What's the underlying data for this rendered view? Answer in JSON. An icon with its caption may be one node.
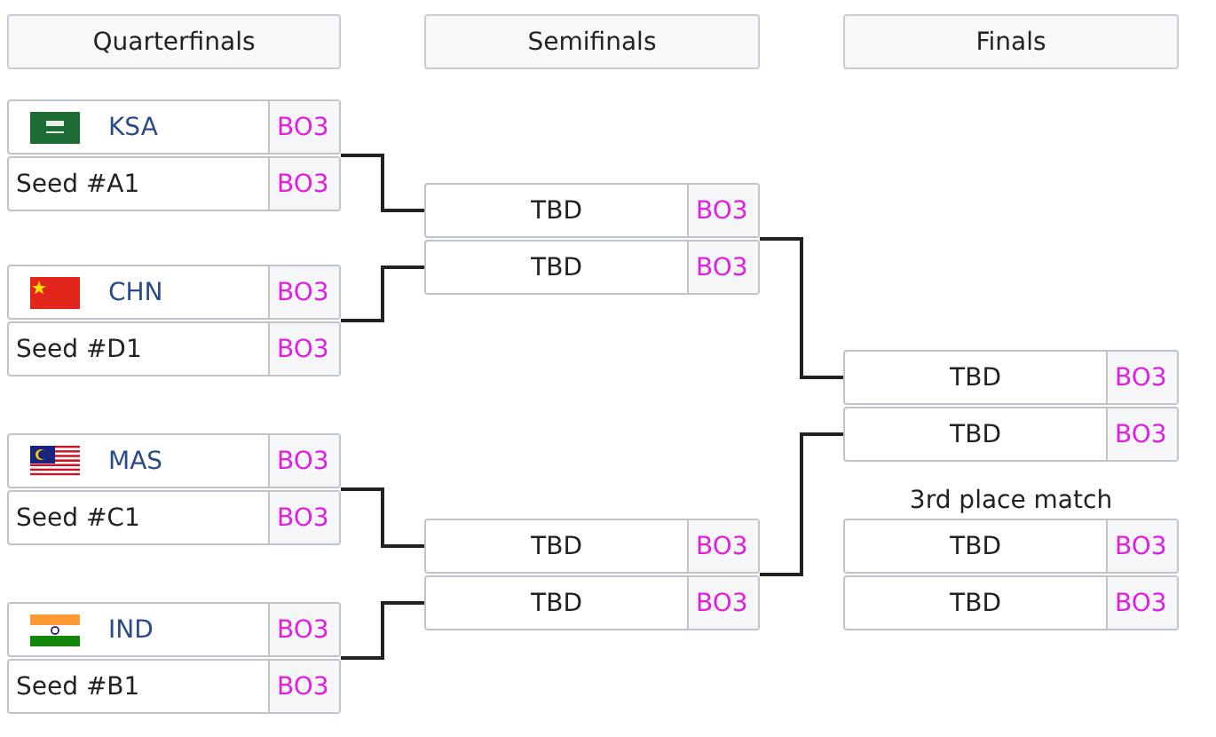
{
  "diagram": {
    "nodes": [
      {
        "text": [
          "Quarterfinals"
        ]
      },
      {
        "text": [
          "Semifinals"
        ]
      },
      {
        "text": [
          "Finals"
        ]
      },
      {
        "text": [],
        "shape": "box"
      },
      {
        "text": [
          "KSA",
          "BO3"
        ],
        "in": 3
      },
      {
        "text": [
          "Seed #A1",
          "BO3"
        ],
        "in": 3
      },
      {
        "text": [],
        "shape": "box"
      },
      {
        "text": [
          "CHN",
          "BO3"
        ],
        "in": 6
      },
      {
        "text": [
          "Seed #D1",
          "BO3"
        ],
        "in": 6
      },
      {
        "text": [],
        "shape": "box"
      },
      {
        "text": [
          "MAS",
          "BO3"
        ],
        "in": 9
      },
      {
        "text": [
          "Seed #C1",
          "BO3"
        ],
        "in": 9
      },
      {
        "text": [],
        "shape": "box"
      },
      {
        "text": [
          "IND",
          "BO3"
        ],
        "in": 12
      },
      {
        "text": [
          "Seed #B1",
          "BO3"
        ],
        "in": 12
      },
      {
        "text": [],
        "shape": "box"
      },
      {
        "text": [
          "TBD",
          "BO3"
        ],
        "in": 15
      },
      {
        "text": [
          "TBD",
          "BO3"
        ],
        "in": 15
      },
      {
        "text": [],
        "shape": "box"
      },
      {
        "text": [
          "TBD",
          "BO3"
        ],
        "in": 18
      },
      {
        "text": [
          "TBD",
          "BO3"
        ],
        "in": 18
      },
      {
        "text": [],
        "shape": "box"
      },
      {
        "text": [
          "TBD",
          "BO3"
        ],
        "in": 21
      },
      {
        "text": [
          "TBD",
          "BO3"
        ],
        "in": 21
      },
      {
        "text": [
          "3rd place match"
        ]
      },
      {
        "text": [
          "TBD",
          "BO3"
        ],
        "in": 24
      },
      {
        "text": [
          "TBD",
          "BO3"
        ],
        "in": 24
      }
    ],
    "edges": [
      {
        "from": 3,
        "to": 16,
        "arrow": "none"
      },
      {
        "from": 6,
        "to": 17,
        "arrow": "none"
      },
      {
        "from": 9,
        "to": 19,
        "arrow": "none"
      },
      {
        "from": 12,
        "to": 20,
        "arrow": "none"
      },
      {
        "from": 15,
        "to": 22,
        "arrow": "none"
      },
      {
        "from": 18,
        "to": 23,
        "arrow": "none"
      }
    ]
  }
}
